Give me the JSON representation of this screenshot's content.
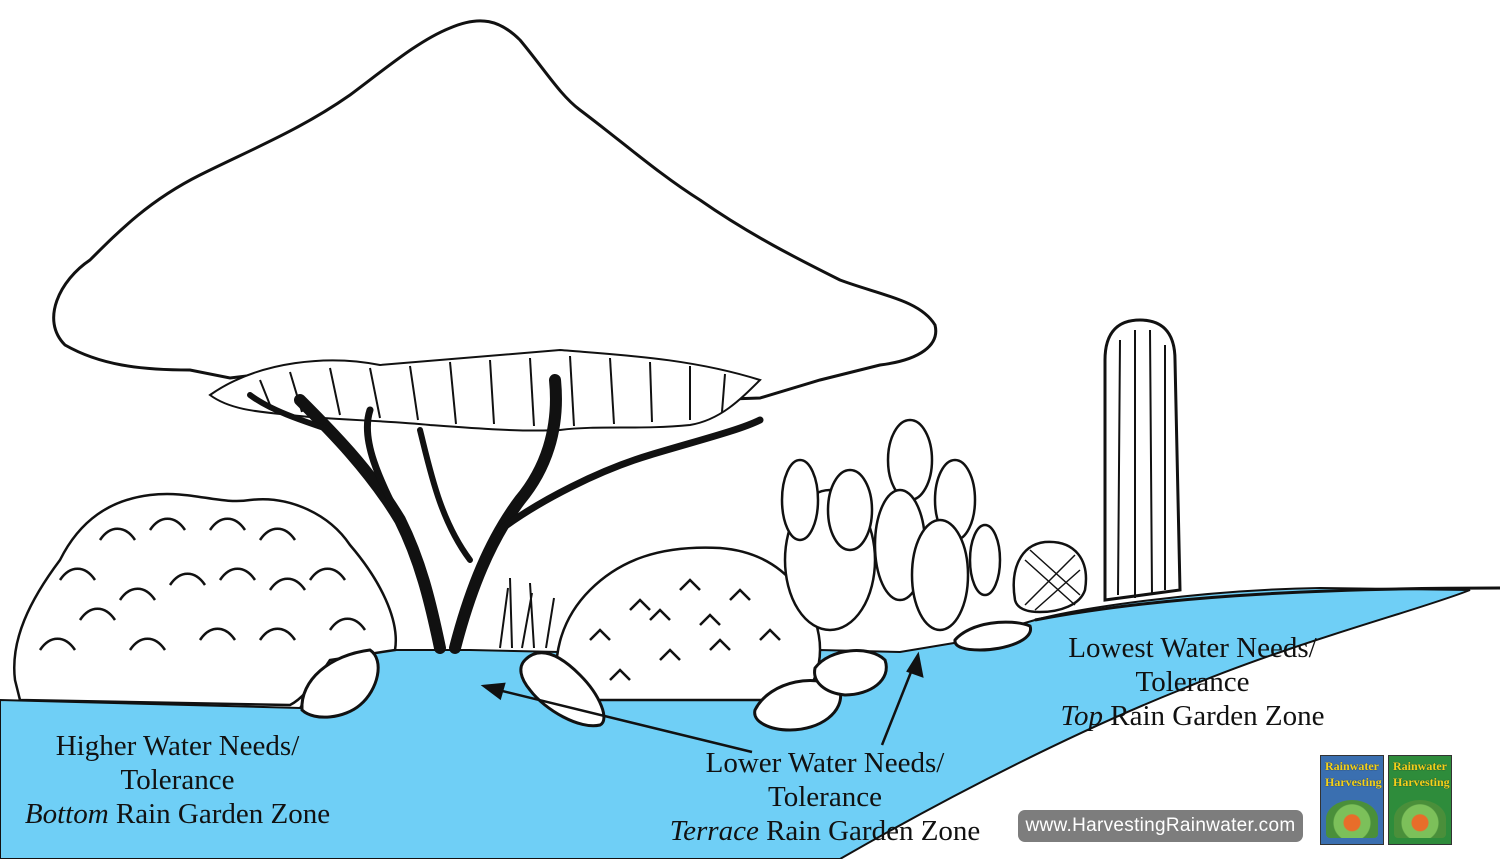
{
  "diagram": {
    "zones": {
      "bottom": {
        "line1": "Higher Water Needs/",
        "line2": "Tolerance",
        "zone_italic": "Bottom",
        "zone_rest": " Rain Garden Zone"
      },
      "terrace": {
        "line1": "Lower Water Needs/",
        "line2": "Tolerance",
        "zone_italic": "Terrace",
        "zone_rest": " Rain Garden Zone"
      },
      "top": {
        "line1": "Lowest Water Needs/",
        "line2": "Tolerance",
        "zone_italic": "Top",
        "zone_rest": " Rain Garden Zone"
      }
    },
    "website": "www.HarvestingRainwater.com",
    "books": [
      {
        "title_line1": "Rainwater",
        "title_line2": "Harvesting"
      },
      {
        "title_line1": "Rainwater",
        "title_line2": "Harvesting"
      }
    ],
    "colors": {
      "water": "#6fcff6",
      "ink": "#111111",
      "badge": "#7d7d7d"
    }
  }
}
